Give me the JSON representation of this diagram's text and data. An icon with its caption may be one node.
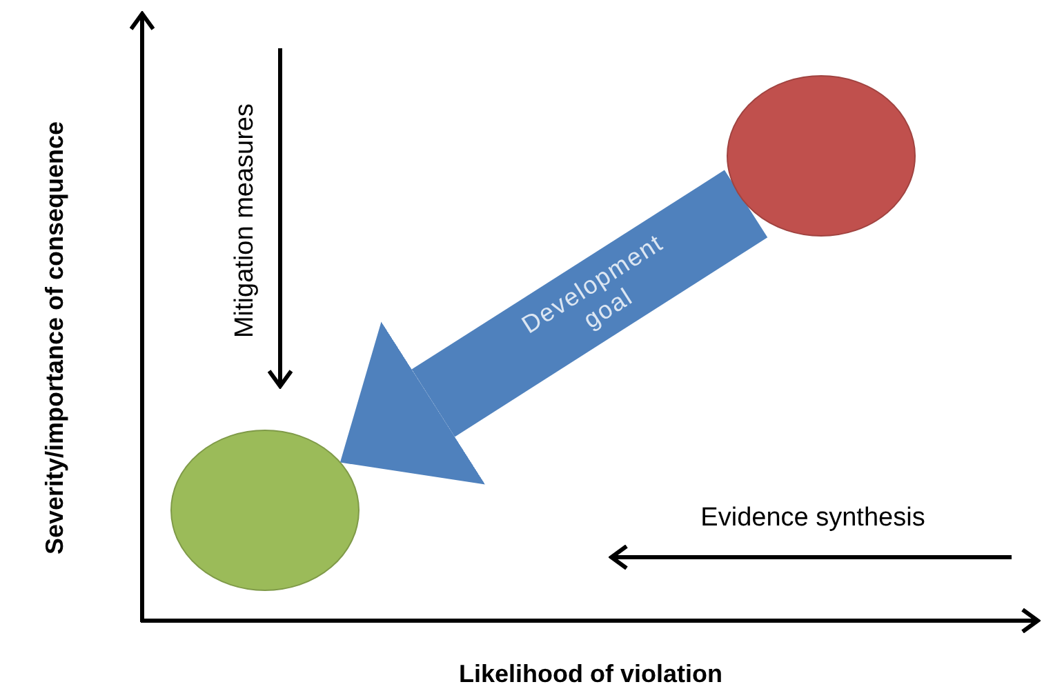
{
  "diagram": {
    "nodes": [
      {
        "text": [],
        "shape": "circle"
      },
      {
        "text": [],
        "shape": "circle"
      }
    ],
    "edges": [
      {
        "from": 0,
        "to": 1,
        "arrow": "to",
        "label": "Development goal",
        "color": "#4f81bd"
      }
    ],
    "labels": [
      "Severity/importance of consequence",
      "Mitigation measures",
      "Evidence synthesis",
      "Likelihood of violation"
    ]
  }
}
